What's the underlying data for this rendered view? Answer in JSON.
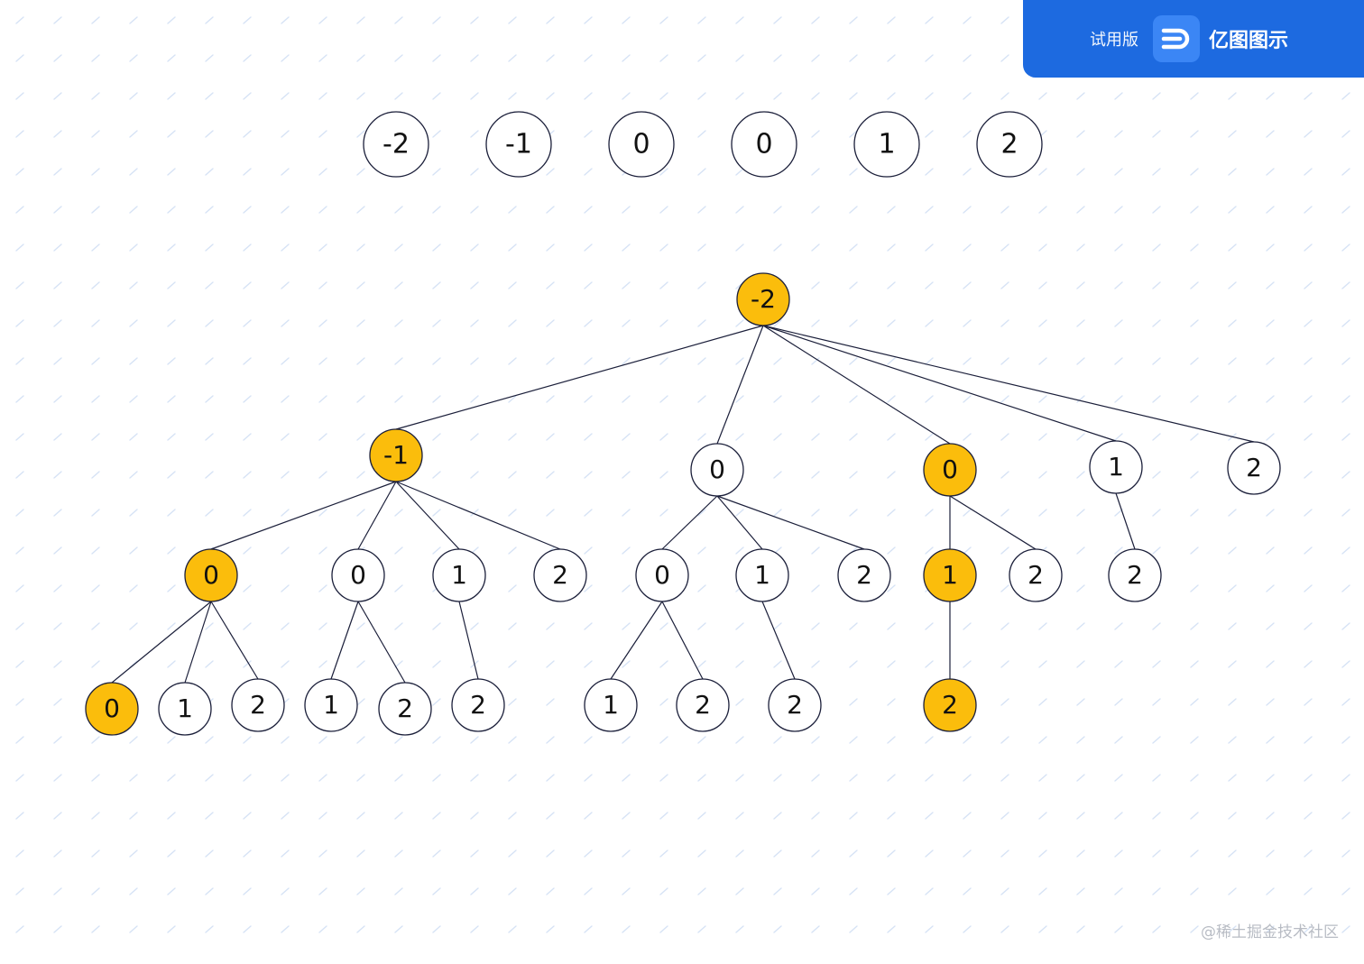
{
  "badge": {
    "trial_label": "试用版",
    "brand_name": "亿图图示",
    "logo_icon": "edraw-logo-icon",
    "accent": "#1d6ae0"
  },
  "footer": {
    "watermark": "@稀土掘金技术社区"
  },
  "colors": {
    "highlight": "#fbbd0c",
    "node_fill": "#ffffff",
    "stroke": "#1b1f3a"
  },
  "array": [
    "-2",
    "-1",
    "0",
    "0",
    "1",
    "2"
  ],
  "tree": {
    "label": "-2",
    "highlight": true,
    "children": [
      {
        "label": "-1",
        "highlight": true,
        "children": [
          {
            "label": "0",
            "highlight": true,
            "children": [
              {
                "label": "0",
                "highlight": true,
                "children": []
              },
              {
                "label": "1",
                "highlight": false,
                "children": []
              },
              {
                "label": "2",
                "highlight": false,
                "children": []
              }
            ]
          },
          {
            "label": "0",
            "highlight": false,
            "children": [
              {
                "label": "1",
                "highlight": false,
                "children": []
              },
              {
                "label": "2",
                "highlight": false,
                "children": []
              }
            ]
          },
          {
            "label": "1",
            "highlight": false,
            "children": [
              {
                "label": "2",
                "highlight": false,
                "children": []
              }
            ]
          },
          {
            "label": "2",
            "highlight": false,
            "children": []
          }
        ]
      },
      {
        "label": "0",
        "highlight": false,
        "children": [
          {
            "label": "0",
            "highlight": false,
            "children": [
              {
                "label": "1",
                "highlight": false,
                "children": []
              },
              {
                "label": "2",
                "highlight": false,
                "children": []
              }
            ]
          },
          {
            "label": "1",
            "highlight": false,
            "children": [
              {
                "label": "2",
                "highlight": false,
                "children": []
              }
            ]
          },
          {
            "label": "2",
            "highlight": false,
            "children": []
          }
        ]
      },
      {
        "label": "0",
        "highlight": true,
        "children": [
          {
            "label": "1",
            "highlight": true,
            "children": [
              {
                "label": "2",
                "highlight": true,
                "children": []
              }
            ]
          },
          {
            "label": "2",
            "highlight": false,
            "children": []
          }
        ]
      },
      {
        "label": "1",
        "highlight": false,
        "children": [
          {
            "label": "2",
            "highlight": false,
            "children": []
          }
        ]
      },
      {
        "label": "2",
        "highlight": false,
        "children": []
      }
    ]
  }
}
